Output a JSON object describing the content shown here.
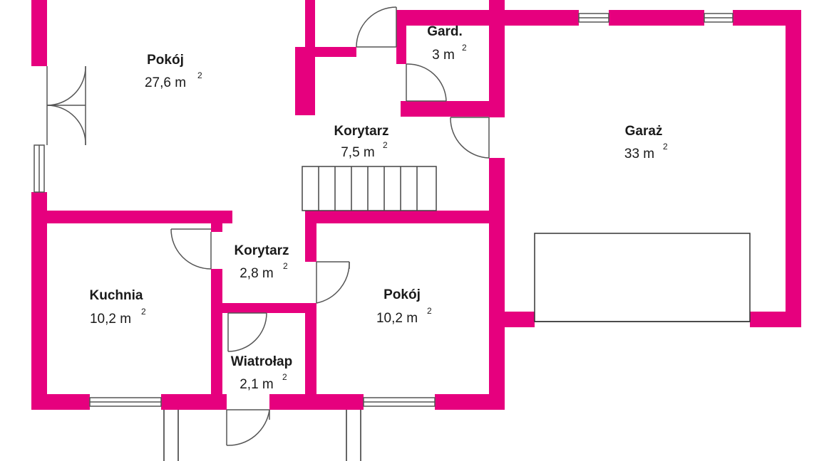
{
  "colors": {
    "wall": "#e6007e",
    "line": "#444444",
    "background": "#ffffff"
  },
  "rooms": [
    {
      "id": "pokoj-main",
      "name": "Pokój",
      "area": "27,6 m",
      "unit_sup": "2"
    },
    {
      "id": "gard",
      "name": "Gard.",
      "area": "3 m",
      "unit_sup": "2"
    },
    {
      "id": "korytarz-upper",
      "name": "Korytarz",
      "area": "7,5 m",
      "unit_sup": "2"
    },
    {
      "id": "garaz",
      "name": "Garaż",
      "area": "33 m",
      "unit_sup": "2"
    },
    {
      "id": "korytarz-lower",
      "name": "Korytarz",
      "area": "2,8 m",
      "unit_sup": "2"
    },
    {
      "id": "kuchnia",
      "name": "Kuchnia",
      "area": "10,2 m",
      "unit_sup": "2"
    },
    {
      "id": "pokoj-small",
      "name": "Pokój",
      "area": "10,2 m",
      "unit_sup": "2"
    },
    {
      "id": "wiatrolap",
      "name": "Wiatrołap",
      "area": "2,1 m",
      "unit_sup": "2"
    }
  ]
}
